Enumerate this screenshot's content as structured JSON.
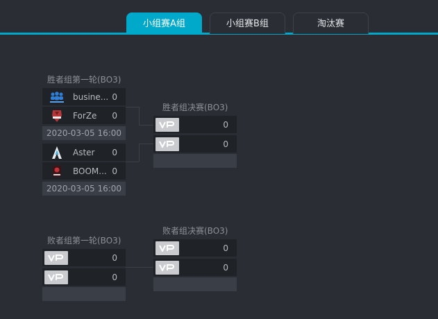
{
  "tabs": [
    {
      "label": "小组赛A组",
      "active": true
    },
    {
      "label": "小组赛B组",
      "active": false
    },
    {
      "label": "淘汰赛",
      "active": false
    }
  ],
  "winners_r1": {
    "title": "胜者组第一轮(BO3)",
    "match1": {
      "team1": {
        "name": "busine...",
        "score": "0",
        "logo": "business-logo"
      },
      "team2": {
        "name": "ForZe",
        "score": "0",
        "logo": "forze-logo"
      },
      "date": "2020-03-05 16:00"
    },
    "match2": {
      "team1": {
        "name": "Aster",
        "score": "0",
        "logo": "aster-logo"
      },
      "team2": {
        "name": "BOOM...",
        "score": "0",
        "logo": "boom-logo"
      },
      "date": "2020-03-05 16:00"
    }
  },
  "winners_final": {
    "title": "胜者组决赛(BO3)",
    "team1": {
      "score": "0",
      "logo": "vp-placeholder-logo"
    },
    "team2": {
      "score": "0",
      "logo": "vp-placeholder-logo"
    }
  },
  "losers_r1": {
    "title": "败者组第一轮(BO3)",
    "team1": {
      "score": "0",
      "logo": "vp-placeholder-logo"
    },
    "team2": {
      "score": "0",
      "logo": "vp-placeholder-logo"
    }
  },
  "losers_final": {
    "title": "败者组决赛(BO3)",
    "team1": {
      "score": "0",
      "logo": "vp-placeholder-logo"
    },
    "team2": {
      "score": "0",
      "logo": "vp-placeholder-logo"
    }
  },
  "colors": {
    "accent": "#00a9c9",
    "background": "#2a2d34",
    "row": "#1f2227",
    "date_bar": "#3a3e46"
  }
}
